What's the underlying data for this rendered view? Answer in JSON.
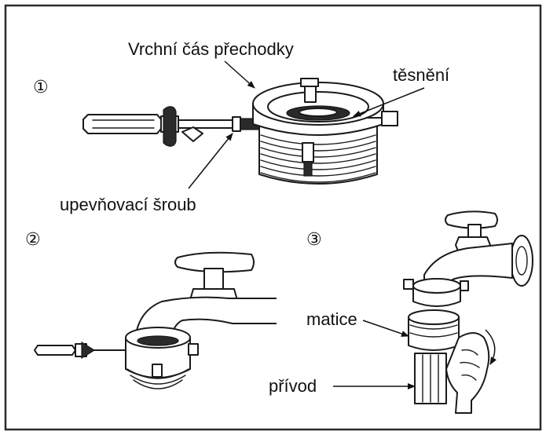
{
  "steps": [
    {
      "number": "①"
    },
    {
      "number": "②"
    },
    {
      "number": "③"
    }
  ],
  "labels": {
    "upper_part": "Vrchní čás přechodky",
    "seal": "těsnění",
    "fixing_screw": "upevňovací šroub",
    "nut": "matice",
    "supply": "přívod"
  }
}
